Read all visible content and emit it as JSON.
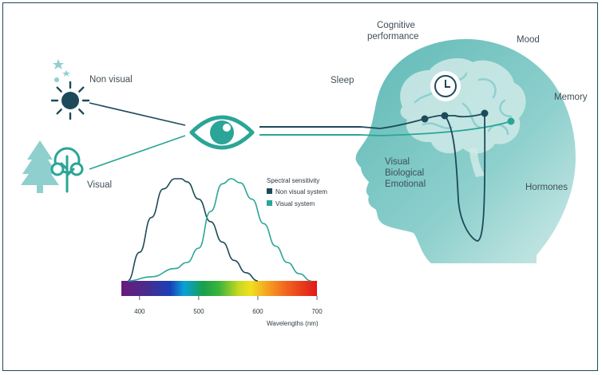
{
  "labels": {
    "non_visual": "Non visual",
    "visual": "Visual",
    "sleep": "Sleep",
    "cognitive_line1": "Cognitive",
    "cognitive_line2": "performance",
    "mood": "Mood",
    "memory": "Memory",
    "hormones": "Hormones",
    "visual_bio_line1": "Visual",
    "visual_bio_line2": "Biological",
    "visual_bio_line3": "Emotional"
  },
  "icons": {
    "moon_sun": "moon-sun-icon",
    "trees": "trees-icon",
    "eye": "eye-icon",
    "clock": "clock-icon",
    "head": "head-brain-icon"
  },
  "colors": {
    "dark": "#1d4a5a",
    "teal": "#2aa597",
    "light": "#8fd0cf"
  },
  "chart_data": {
    "type": "line",
    "title": "Spectral sensitivity",
    "xlabel": "Wavelengths (nm)",
    "ylabel": "",
    "xlim": [
      380,
      700
    ],
    "x_ticks": [
      400,
      500,
      600,
      700
    ],
    "ylim": [
      0,
      1
    ],
    "series": [
      {
        "name": "Non visual system",
        "color": "#1d4a5a",
        "x": [
          380,
          400,
          420,
          440,
          460,
          470,
          480,
          500,
          520,
          540,
          560,
          580,
          600
        ],
        "values": [
          0.0,
          0.28,
          0.62,
          0.9,
          1.0,
          1.0,
          0.97,
          0.8,
          0.58,
          0.38,
          0.2,
          0.08,
          0.0
        ]
      },
      {
        "name": "Visual system",
        "color": "#2aa597",
        "x": [
          380,
          420,
          460,
          480,
          500,
          520,
          540,
          555,
          570,
          590,
          610,
          630,
          650,
          670,
          690
        ],
        "values": [
          0.0,
          0.04,
          0.12,
          0.18,
          0.32,
          0.68,
          0.95,
          1.0,
          0.96,
          0.8,
          0.56,
          0.34,
          0.18,
          0.07,
          0.0
        ]
      }
    ]
  }
}
